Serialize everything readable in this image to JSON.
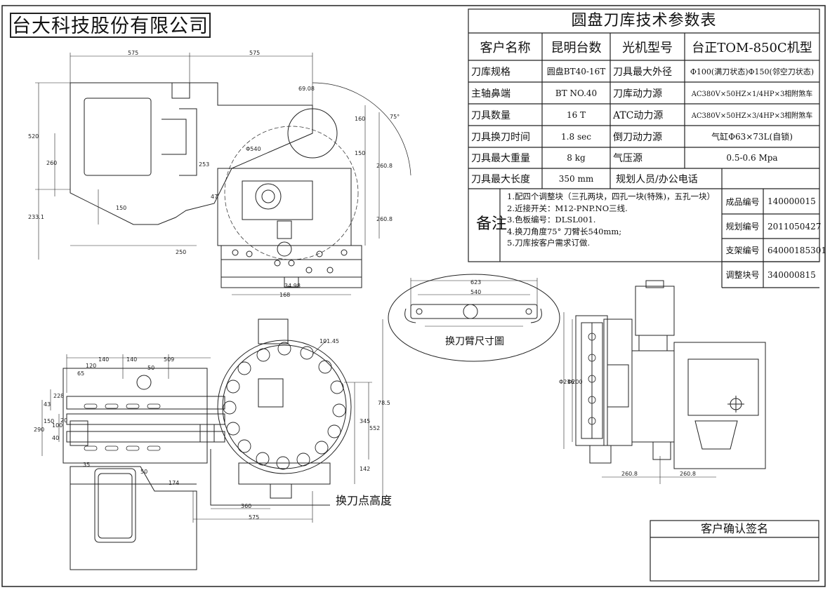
{
  "company_name": "台大科技股份有限公司",
  "table": {
    "title": "圆盘刀库技术参数表",
    "header": {
      "customer_label": "客户名称",
      "customer_value": "昆明台数",
      "model_label": "光机型号",
      "model_value": "台正TOM-850C机型"
    },
    "rows": [
      {
        "label": "刀库规格",
        "value": "圆盘BT40-16T",
        "label2": "刀具最大外径",
        "value2": "Φ100(满刀状态)Φ150(邻空刀状态)"
      },
      {
        "label": "主轴鼻端",
        "value": "BT NO.40",
        "label2": "刀库动力源",
        "value2": "AC380V×50HZ×1/4HP×3相附煞车"
      },
      {
        "label": "刀具数量",
        "value": "16 T",
        "label2": "ATC动力源",
        "value2": "AC380V×50HZ×3/4HP×3相附煞车"
      },
      {
        "label": "刀具换刀时间",
        "value": "1.8 sec",
        "label2": "倒刀动力源",
        "value2": "气缸Φ63×73L(自锁)"
      },
      {
        "label": "刀具最大重量",
        "value": "8 kg",
        "label2": "气压源",
        "value2": "0.5-0.6 Mpa"
      },
      {
        "label": "刀具最大长度",
        "value": "350 mm",
        "label2": "规划人员/办公电话",
        "value2": ""
      }
    ],
    "notes_title": "备注",
    "notes": [
      "1.配四个调整块（三孔两块，四孔一块(特殊)，五孔一块）",
      "2.近接开关：M12-PNP.NO三线.",
      "3.色板编号：DLSL001.",
      "4.换刀角度75°  刀臂长540mm;",
      "5.刀库按客户需求订做."
    ],
    "codes": [
      {
        "label": "成品编号",
        "value": "140000015"
      },
      {
        "label": "规划编号",
        "value": "2011050427"
      },
      {
        "label": "支架编号",
        "value": "64000185301"
      },
      {
        "label": "调整块号",
        "value": "340000815"
      }
    ]
  },
  "drawing": {
    "arm_view_label": "换刀臂尺寸圖",
    "tool_change_height_label": "换刀点高度",
    "dims": {
      "top_575a": "575",
      "top_575b": "575",
      "d_520": "520",
      "d_260": "260",
      "d_253": "253",
      "d_150a": "150",
      "d_160": "160",
      "d_150b": "150",
      "d_260_8a": "260.8",
      "d_260_8b": "260.8",
      "d_233_1": "233.1",
      "d_250": "250",
      "d_540": "Φ540",
      "d_69_08": "69.08",
      "d_75": "75°",
      "d_47": "47",
      "d_34_98": "34.98",
      "d_168": "168",
      "d_623": "623",
      "d_540b": "540",
      "d_140a": "140",
      "d_140b": "140",
      "d_120": "120",
      "d_50a": "50",
      "d_509": "509",
      "d_65": "65",
      "d_228": "228",
      "d_43": "43",
      "d_290": "290",
      "d_150c": "150",
      "d_100": "100",
      "d_20": "20",
      "d_40": "40",
      "d_78_5": "78.5",
      "d_345": "345",
      "d_552": "552",
      "d_142": "142",
      "d_35": "35",
      "d_50b": "50",
      "d_174": "174",
      "d_360": "360",
      "d_575c": "575",
      "d_101_45": "101.45",
      "d_f216": "Φ216",
      "d_f200": "Φ200",
      "d_260_8c": "260.8",
      "d_260_8d": "260.8"
    }
  },
  "signature_label": "客户确认签名"
}
